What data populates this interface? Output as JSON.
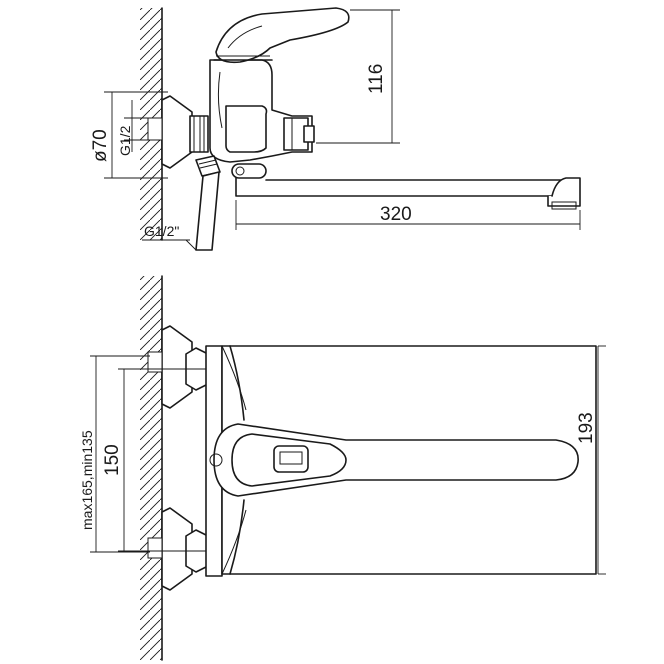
{
  "side_view": {
    "dimensions": {
      "height_label": "116",
      "length_label": "320",
      "flange_label": "ø70",
      "thread_label": "G1/2",
      "inlet_label": "G1/2\""
    }
  },
  "front_view": {
    "dimensions": {
      "height_label": "193",
      "center_label": "150",
      "range_label": "max165,min135"
    }
  }
}
